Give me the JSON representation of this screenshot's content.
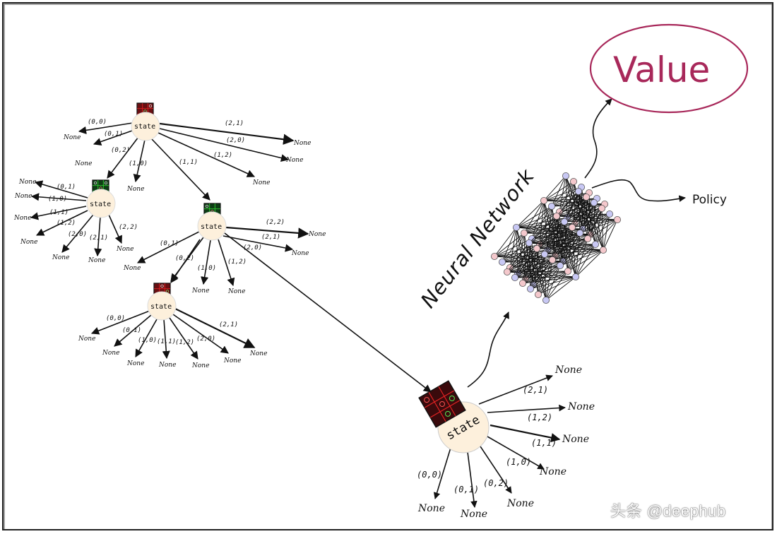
{
  "value_label": "Value",
  "policy_label": "Policy",
  "nn_label": "Neural Network",
  "watermark": "头条 @deephub",
  "state_label": "state",
  "none_label": "None",
  "colors": {
    "value_ellipse": "#a8285a",
    "node_fill": "#fdf0dc",
    "red_grid": "#c0282a",
    "green_grid": "#2e9a3c",
    "nn_pink": "#f4c8cc",
    "nn_blue": "#c8c8f4"
  },
  "tree_a": {
    "moves": [
      "(0,0)",
      "(0,1)",
      "(0,2)",
      "(1,0)",
      "(1,1)",
      "(2,0)",
      "(1,2)",
      "(2,1)"
    ]
  },
  "tree_b": {
    "moves": [
      "(0,1)",
      "(1,0)",
      "(1,1)",
      "(1,2)",
      "(2,0)",
      "(2,1)",
      "(2,2)"
    ]
  },
  "tree_c": {
    "moves": [
      "(0,1)",
      "(0,2)",
      "(1,0)",
      "(1,2)",
      "(2,0)",
      "(2,1)",
      "(2,2)"
    ]
  },
  "tree_d": {
    "moves": [
      "(0,0)",
      "(0,1)",
      "(1,0)",
      "(1,1)",
      "(1,2)",
      "(2,0)",
      "(2,1)"
    ]
  },
  "tree_e": {
    "moves": [
      "(2,1)",
      "(1,2)",
      "(1,1)",
      "(1,0)",
      "(0,2)",
      "(0,1)",
      "(0,0)"
    ]
  }
}
